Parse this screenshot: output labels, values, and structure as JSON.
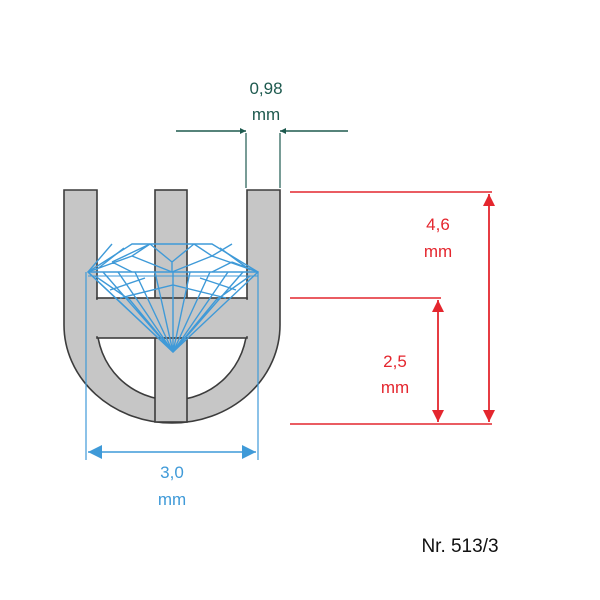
{
  "dimensions": {
    "wire_width": {
      "value": "0,98",
      "unit": "mm"
    },
    "total_height": {
      "value": "4,6",
      "unit": "mm"
    },
    "stone_height": {
      "value": "2,5",
      "unit": "mm"
    },
    "stone_diameter": {
      "value": "3,0",
      "unit": "mm"
    }
  },
  "part_number": "Nr. 513/3",
  "colors": {
    "wire_fill": "#c6c6c6",
    "wire_stroke": "#3c3c3c",
    "dimension_teal": "#1e5a4f",
    "dimension_red": "#e4262e",
    "diamond_blue": "#3f9ad8"
  }
}
